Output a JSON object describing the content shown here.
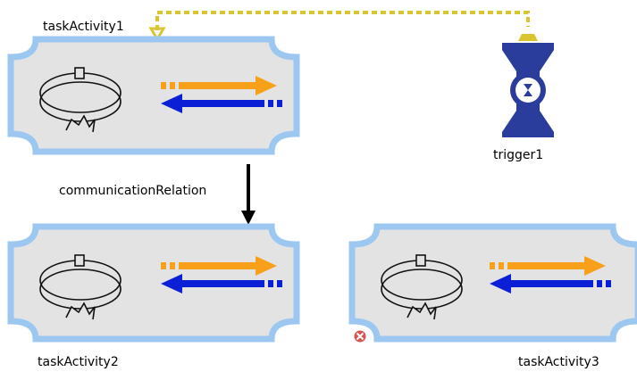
{
  "nodes": {
    "taskActivity1": {
      "label": "taskActivity1"
    },
    "taskActivity2": {
      "label": "taskActivity2"
    },
    "taskActivity3": {
      "label": "taskActivity3"
    },
    "trigger1": {
      "label": "trigger1"
    }
  },
  "edges": {
    "communication": {
      "label": "communicationRelation"
    }
  },
  "colors": {
    "frame_border": "#9cc7f1",
    "frame_fill": "#e3e3e3",
    "arrow_orange": "#f9a01a",
    "arrow_blue": "#0a1fd6",
    "trigger_blue": "#2a3d9c",
    "trigger_link": "#d9c431",
    "error_red": "#d9534f"
  },
  "icons": {
    "activity": "cycle-icon",
    "exchange": "bidirectional-arrows-icon",
    "trigger": "hourglass-trigger-icon",
    "error": "error-icon"
  }
}
